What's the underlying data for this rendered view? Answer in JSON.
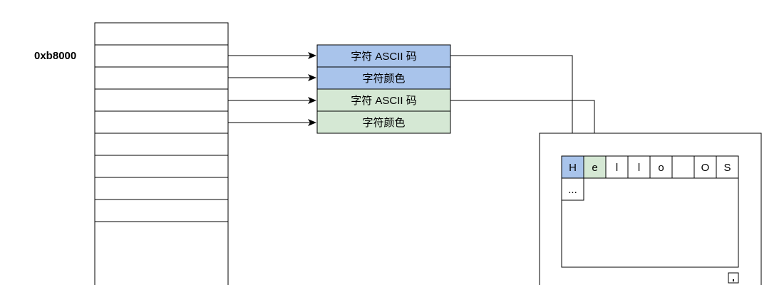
{
  "memory": {
    "address_label": "0xb8000",
    "slot_count": 11
  },
  "char_entries": [
    {
      "label": "字符 ASCII 码",
      "color": "#a9c4eb"
    },
    {
      "label": "字符颜色",
      "color": "#a9c4eb"
    },
    {
      "label": "字符 ASCII 码",
      "color": "#d5e8d4"
    },
    {
      "label": "字符颜色",
      "color": "#d5e8d4"
    }
  ],
  "screen": {
    "chars": [
      "H",
      "e",
      "l",
      "l",
      "o",
      "",
      "O",
      "S"
    ],
    "char_fills": [
      "#a9c4eb",
      "#d5e8d4",
      "#ffffff",
      "#ffffff",
      "#ffffff",
      "#ffffff",
      "#ffffff",
      "#ffffff"
    ],
    "ellipsis": "..."
  },
  "colors": {
    "blue_fill": "#a9c4eb",
    "green_fill": "#d5e8d4",
    "stroke": "#000000"
  }
}
